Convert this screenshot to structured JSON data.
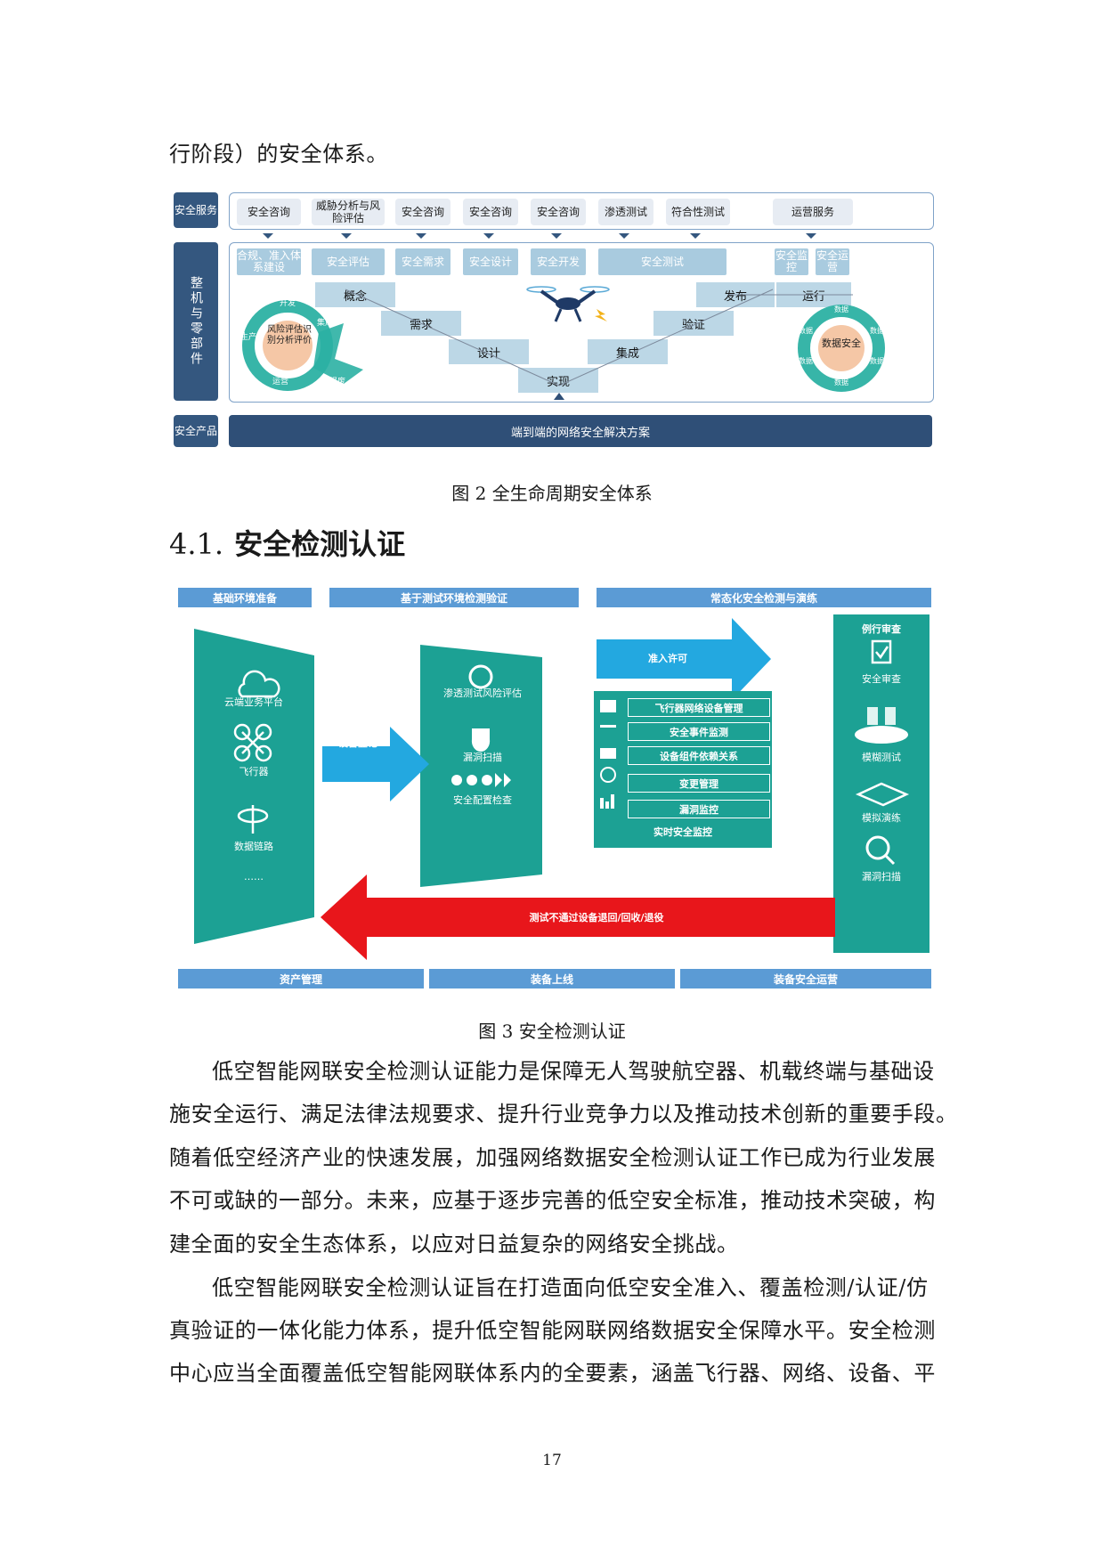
{
  "top_line": "行阶段）的安全体系。",
  "fig2": {
    "row_labels": {
      "service": "安全服务",
      "parts": "整机与零部件",
      "products": "安全产品"
    },
    "services": [
      "安全咨询",
      "威胁分析与风险评估",
      "安全咨询",
      "安全咨询",
      "安全咨询",
      "渗透测试",
      "符合性测试",
      "运营服务"
    ],
    "phases": [
      "合规、准入体系建设",
      "安全评估",
      "安全需求",
      "安全设计",
      "安全开发",
      "安全测试",
      "安全监控",
      "安全运营"
    ],
    "vsteps": [
      "概念",
      "需求",
      "设计",
      "实现",
      "集成",
      "验证",
      "发布",
      "运行"
    ],
    "left_cycle": {
      "center": "风险评估识别分析评价",
      "labels": [
        "开发",
        "生产",
        "运营",
        "集成",
        "报废"
      ]
    },
    "right_cycle": {
      "center": "数据安全",
      "labels": [
        "数据",
        "数据",
        "数据",
        "数据",
        "数据",
        "数据"
      ]
    },
    "bottom": "端到端的网络安全解决方案",
    "caption": "图 2  全生命周期安全体系"
  },
  "section": {
    "number": "4.1.",
    "title": "安全检测认证"
  },
  "fig3": {
    "headers_top": [
      "基础环境准备",
      "基于测试环境检测验证",
      "常态化安全检测与演练"
    ],
    "headers_bottom": [
      "资产管理",
      "装备上线",
      "装备安全运营"
    ],
    "left_items": [
      "云端业务平台",
      "飞行器",
      "数据链路",
      "……"
    ],
    "arrow_register": "设备登记",
    "mid_items": [
      "渗透测试风险评估",
      "漏洞扫描",
      "安全配置检查"
    ],
    "arrow_permit": "准入许可",
    "monitor_rows": [
      "飞行器网络设备管理",
      "安全事件监测",
      "设备组件依赖关系",
      "变更管理",
      "漏洞监控"
    ],
    "monitor_title": "实时安全监控",
    "right_title": "例行审查",
    "right_items": [
      "安全审查",
      "模糊测试",
      "模拟演练",
      "漏洞扫描"
    ],
    "red_arrow": "测试不通过设备退回/回收/退役",
    "caption": "图 3  安全检测认证"
  },
  "paragraphs": [
    "低空智能网联安全检测认证能力是保障无人驾驶航空器、机载终端与基础设",
    "施安全运行、满足法律法规要求、提升行业竞争力以及推动技术创新的重要手段。",
    "随着低空经济产业的快速发展，加强网络数据安全检测认证工作已成为行业发展",
    "不可或缺的一部分。未来，应基于逐步完善的低空安全标准，推动技术突破，构",
    "建全面的安全生态体系，以应对日益复杂的网络安全挑战。",
    "低空智能网联安全检测认证旨在打造面向低空安全准入、覆盖检测/认证/仿",
    "真验证的一体化能力体系，提升低空智能网联网络数据安全保障水平。安全检测",
    "中心应当全面覆盖低空智能网联体系内的全要素，涵盖飞行器、网络、设备、平"
  ],
  "page_number": "17",
  "colors": {
    "navy": "#2f4f77",
    "teal": "#1ca194",
    "blue_header": "#5b9bd5",
    "arrow_blue": "#23a8e0",
    "arrow_red": "#e8161b"
  }
}
